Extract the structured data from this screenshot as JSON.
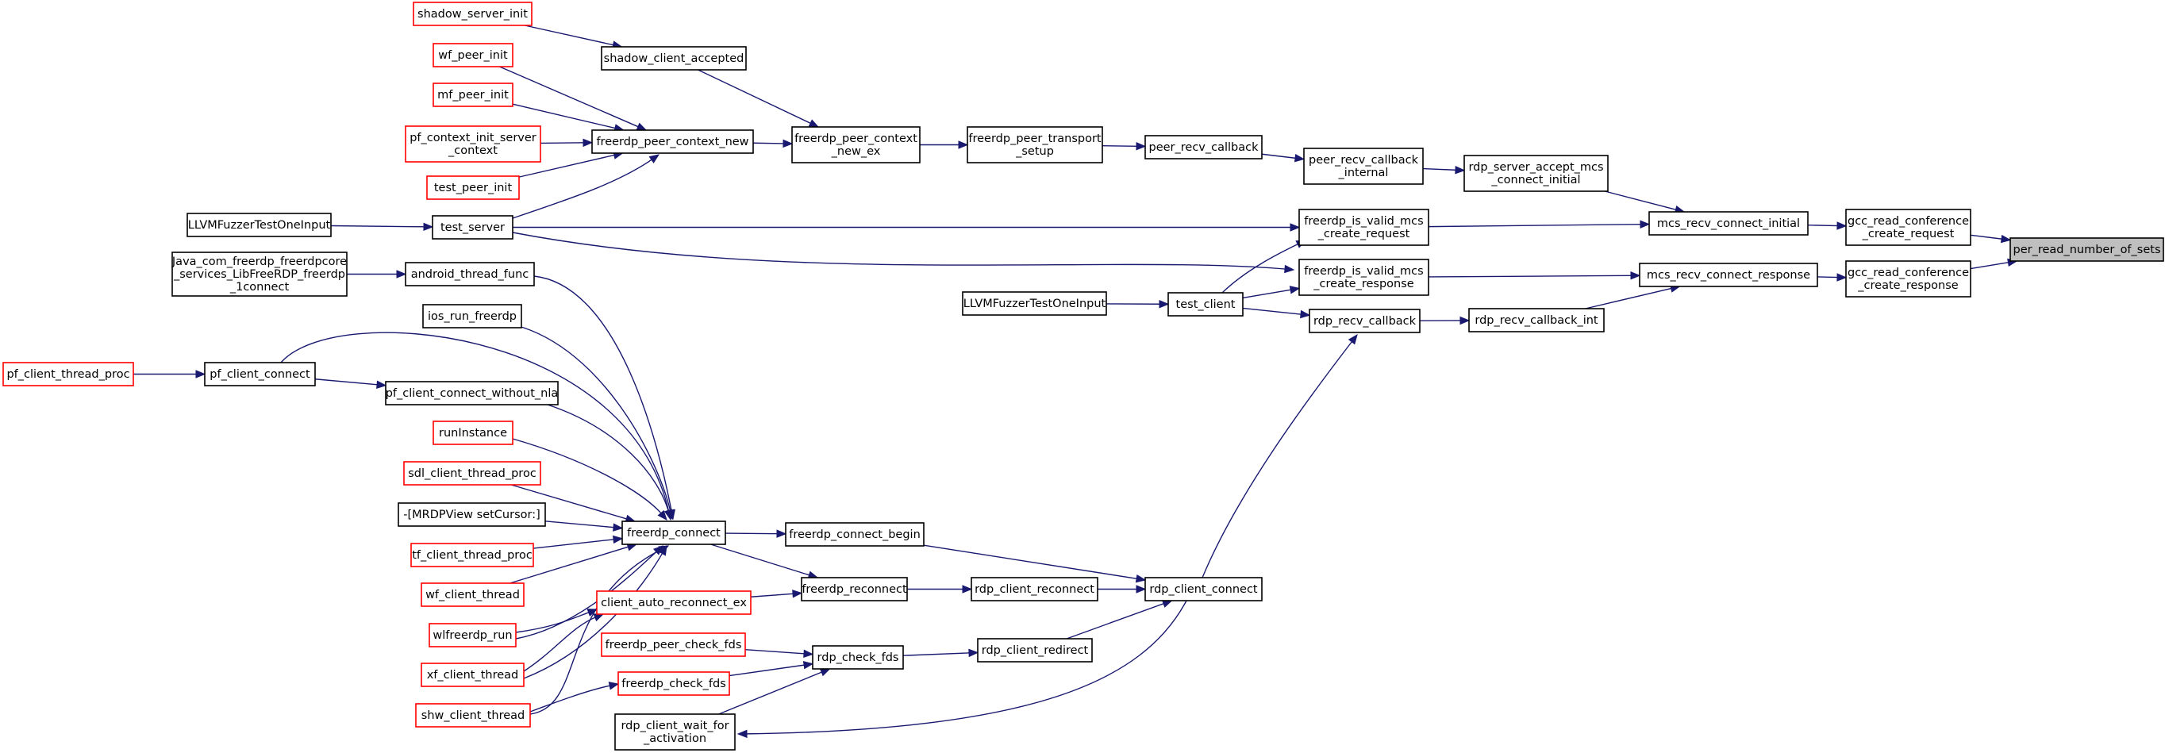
{
  "graph": {
    "title": "",
    "edge_color": "#191970",
    "root_fill": "#bfbfbf",
    "truncated_border": "#ff0000",
    "normal_border": "#000000",
    "nodes": [
      {
        "id": "per_read_number_of_sets",
        "lines": [
          "per_read_number_of_sets"
        ],
        "style": "root"
      },
      {
        "id": "gcc_read_conference_create_request",
        "lines": [
          "gcc_read_conference",
          "_create_request"
        ],
        "style": "black"
      },
      {
        "id": "gcc_read_conference_create_response",
        "lines": [
          "gcc_read_conference",
          "_create_response"
        ],
        "style": "black"
      },
      {
        "id": "mcs_recv_connect_initial",
        "lines": [
          "mcs_recv_connect_initial"
        ],
        "style": "black"
      },
      {
        "id": "mcs_recv_connect_response",
        "lines": [
          "mcs_recv_connect_response"
        ],
        "style": "black"
      },
      {
        "id": "rdp_server_accept_mcs_connect_initial",
        "lines": [
          "rdp_server_accept_mcs",
          "_connect_initial"
        ],
        "style": "black"
      },
      {
        "id": "freerdp_is_valid_mcs_create_request",
        "lines": [
          "freerdp_is_valid_mcs",
          "_create_request"
        ],
        "style": "black"
      },
      {
        "id": "freerdp_is_valid_mcs_create_response",
        "lines": [
          "freerdp_is_valid_mcs",
          "_create_response"
        ],
        "style": "black"
      },
      {
        "id": "rdp_recv_callback_int",
        "lines": [
          "rdp_recv_callback_int"
        ],
        "style": "black"
      },
      {
        "id": "peer_recv_callback_internal",
        "lines": [
          "peer_recv_callback",
          "_internal"
        ],
        "style": "black"
      },
      {
        "id": "peer_recv_callback",
        "lines": [
          "peer_recv_callback"
        ],
        "style": "black"
      },
      {
        "id": "freerdp_peer_transport_setup",
        "lines": [
          "freerdp_peer_transport",
          "_setup"
        ],
        "style": "black"
      },
      {
        "id": "freerdp_peer_context_new_ex",
        "lines": [
          "freerdp_peer_context",
          "_new_ex"
        ],
        "style": "black"
      },
      {
        "id": "freerdp_peer_context_new",
        "lines": [
          "freerdp_peer_context_new"
        ],
        "style": "black"
      },
      {
        "id": "shadow_client_accepted",
        "lines": [
          "shadow_client_accepted"
        ],
        "style": "black"
      },
      {
        "id": "shadow_server_init",
        "lines": [
          "shadow_server_init"
        ],
        "style": "red"
      },
      {
        "id": "wf_peer_init",
        "lines": [
          "wf_peer_init"
        ],
        "style": "red"
      },
      {
        "id": "mf_peer_init",
        "lines": [
          "mf_peer_init"
        ],
        "style": "red"
      },
      {
        "id": "pf_context_init_server_context",
        "lines": [
          "pf_context_init_server",
          "_context"
        ],
        "style": "red"
      },
      {
        "id": "test_peer_init",
        "lines": [
          "test_peer_init"
        ],
        "style": "red"
      },
      {
        "id": "test_server",
        "lines": [
          "test_server"
        ],
        "style": "black"
      },
      {
        "id": "LLVMFuzzerTestOneInput_1",
        "lines": [
          "LLVMFuzzerTestOneInput"
        ],
        "style": "black"
      },
      {
        "id": "LLVMFuzzerTestOneInput_2",
        "lines": [
          "LLVMFuzzerTestOneInput"
        ],
        "style": "black"
      },
      {
        "id": "test_client",
        "lines": [
          "test_client"
        ],
        "style": "black"
      },
      {
        "id": "rdp_recv_callback",
        "lines": [
          "rdp_recv_callback"
        ],
        "style": "black"
      },
      {
        "id": "rdp_client_connect",
        "lines": [
          "rdp_client_connect"
        ],
        "style": "black"
      },
      {
        "id": "freerdp_connect_begin",
        "lines": [
          "freerdp_connect_begin"
        ],
        "style": "black"
      },
      {
        "id": "rdp_client_reconnect",
        "lines": [
          "rdp_client_reconnect"
        ],
        "style": "black"
      },
      {
        "id": "freerdp_reconnect",
        "lines": [
          "freerdp_reconnect"
        ],
        "style": "black"
      },
      {
        "id": "rdp_client_redirect",
        "lines": [
          "rdp_client_redirect"
        ],
        "style": "black"
      },
      {
        "id": "rdp_check_fds",
        "lines": [
          "rdp_check_fds"
        ],
        "style": "black"
      },
      {
        "id": "freerdp_peer_check_fds",
        "lines": [
          "freerdp_peer_check_fds"
        ],
        "style": "red"
      },
      {
        "id": "freerdp_check_fds",
        "lines": [
          "freerdp_check_fds"
        ],
        "style": "red"
      },
      {
        "id": "rdp_client_wait_for_activation",
        "lines": [
          "rdp_client_wait_for",
          "_activation"
        ],
        "style": "black"
      },
      {
        "id": "freerdp_connect",
        "lines": [
          "freerdp_connect"
        ],
        "style": "black"
      },
      {
        "id": "client_auto_reconnect_ex",
        "lines": [
          "client_auto_reconnect_ex"
        ],
        "style": "red"
      },
      {
        "id": "android_thread_func",
        "lines": [
          "android_thread_func"
        ],
        "style": "black"
      },
      {
        "id": "Java_com_freerdp",
        "lines": [
          "Java_com_freerdp_freerdpcore",
          "_services_LibFreeRDP_freerdp",
          "_1connect"
        ],
        "style": "black"
      },
      {
        "id": "ios_run_freerdp",
        "lines": [
          "ios_run_freerdp"
        ],
        "style": "black"
      },
      {
        "id": "pf_client_connect",
        "lines": [
          "pf_client_connect"
        ],
        "style": "black"
      },
      {
        "id": "pf_client_thread_proc",
        "lines": [
          "pf_client_thread_proc"
        ],
        "style": "red"
      },
      {
        "id": "pf_client_connect_without_nla",
        "lines": [
          "pf_client_connect_without_nla"
        ],
        "style": "black"
      },
      {
        "id": "runInstance",
        "lines": [
          "runInstance"
        ],
        "style": "red"
      },
      {
        "id": "sdl_client_thread_proc",
        "lines": [
          "sdl_client_thread_proc"
        ],
        "style": "red"
      },
      {
        "id": "MRDPView_setCursor",
        "lines": [
          "-[MRDPView setCursor:]"
        ],
        "style": "black"
      },
      {
        "id": "tf_client_thread_proc",
        "lines": [
          "tf_client_thread_proc"
        ],
        "style": "red"
      },
      {
        "id": "wf_client_thread",
        "lines": [
          "wf_client_thread"
        ],
        "style": "red"
      },
      {
        "id": "wlfreerdp_run",
        "lines": [
          "wlfreerdp_run"
        ],
        "style": "red"
      },
      {
        "id": "xf_client_thread",
        "lines": [
          "xf_client_thread"
        ],
        "style": "red"
      },
      {
        "id": "shw_client_thread",
        "lines": [
          "shw_client_thread"
        ],
        "style": "red"
      }
    ],
    "edges": [
      {
        "from": "gcc_read_conference_create_request",
        "to": "per_read_number_of_sets"
      },
      {
        "from": "gcc_read_conference_create_response",
        "to": "per_read_number_of_sets"
      },
      {
        "from": "mcs_recv_connect_initial",
        "to": "gcc_read_conference_create_request"
      },
      {
        "from": "mcs_recv_connect_response",
        "to": "gcc_read_conference_create_response"
      },
      {
        "from": "rdp_server_accept_mcs_connect_initial",
        "to": "mcs_recv_connect_initial"
      },
      {
        "from": "freerdp_is_valid_mcs_create_request",
        "to": "mcs_recv_connect_initial"
      },
      {
        "from": "freerdp_is_valid_mcs_create_response",
        "to": "mcs_recv_connect_response"
      },
      {
        "from": "rdp_recv_callback_int",
        "to": "mcs_recv_connect_response"
      },
      {
        "from": "peer_recv_callback_internal",
        "to": "rdp_server_accept_mcs_connect_initial"
      },
      {
        "from": "peer_recv_callback",
        "to": "peer_recv_callback_internal"
      },
      {
        "from": "freerdp_peer_transport_setup",
        "to": "peer_recv_callback"
      },
      {
        "from": "freerdp_peer_context_new_ex",
        "to": "freerdp_peer_transport_setup"
      },
      {
        "from": "freerdp_peer_context_new",
        "to": "freerdp_peer_context_new_ex"
      },
      {
        "from": "shadow_client_accepted",
        "to": "freerdp_peer_context_new_ex"
      },
      {
        "from": "shadow_server_init",
        "to": "shadow_client_accepted"
      },
      {
        "from": "wf_peer_init",
        "to": "freerdp_peer_context_new"
      },
      {
        "from": "mf_peer_init",
        "to": "freerdp_peer_context_new"
      },
      {
        "from": "pf_context_init_server_context",
        "to": "freerdp_peer_context_new"
      },
      {
        "from": "test_peer_init",
        "to": "freerdp_peer_context_new"
      },
      {
        "from": "test_server",
        "to": "freerdp_peer_context_new"
      },
      {
        "from": "test_server",
        "to": "freerdp_is_valid_mcs_create_request"
      },
      {
        "from": "test_server",
        "to": "freerdp_is_valid_mcs_create_response"
      },
      {
        "from": "LLVMFuzzerTestOneInput_1",
        "to": "test_server"
      },
      {
        "from": "test_client",
        "to": "freerdp_is_valid_mcs_create_request"
      },
      {
        "from": "test_client",
        "to": "freerdp_is_valid_mcs_create_response"
      },
      {
        "from": "test_client",
        "to": "rdp_recv_callback"
      },
      {
        "from": "LLVMFuzzerTestOneInput_2",
        "to": "test_client"
      },
      {
        "from": "rdp_recv_callback",
        "to": "rdp_recv_callback_int"
      },
      {
        "from": "rdp_client_connect",
        "to": "rdp_recv_callback"
      },
      {
        "from": "freerdp_connect_begin",
        "to": "rdp_client_connect"
      },
      {
        "from": "rdp_client_reconnect",
        "to": "rdp_client_connect"
      },
      {
        "from": "rdp_client_redirect",
        "to": "rdp_client_connect"
      },
      {
        "from": "rdp_client_connect",
        "to": "rdp_client_wait_for_activation"
      },
      {
        "from": "freerdp_reconnect",
        "to": "rdp_client_reconnect"
      },
      {
        "from": "rdp_check_fds",
        "to": "rdp_client_redirect"
      },
      {
        "from": "freerdp_peer_check_fds",
        "to": "rdp_check_fds"
      },
      {
        "from": "freerdp_check_fds",
        "to": "rdp_check_fds"
      },
      {
        "from": "rdp_client_wait_for_activation",
        "to": "rdp_check_fds"
      },
      {
        "from": "freerdp_connect",
        "to": "freerdp_connect_begin"
      },
      {
        "from": "freerdp_connect",
        "to": "freerdp_reconnect"
      },
      {
        "from": "client_auto_reconnect_ex",
        "to": "freerdp_reconnect"
      },
      {
        "from": "android_thread_func",
        "to": "freerdp_connect"
      },
      {
        "from": "Java_com_freerdp",
        "to": "android_thread_func"
      },
      {
        "from": "ios_run_freerdp",
        "to": "freerdp_connect"
      },
      {
        "from": "pf_client_connect",
        "to": "freerdp_connect"
      },
      {
        "from": "pf_client_connect",
        "to": "pf_client_connect_without_nla"
      },
      {
        "from": "pf_client_thread_proc",
        "to": "pf_client_connect"
      },
      {
        "from": "pf_client_connect_without_nla",
        "to": "freerdp_connect"
      },
      {
        "from": "runInstance",
        "to": "freerdp_connect"
      },
      {
        "from": "sdl_client_thread_proc",
        "to": "freerdp_connect"
      },
      {
        "from": "MRDPView_setCursor",
        "to": "freerdp_connect"
      },
      {
        "from": "tf_client_thread_proc",
        "to": "freerdp_connect"
      },
      {
        "from": "wf_client_thread",
        "to": "freerdp_connect"
      },
      {
        "from": "wlfreerdp_run",
        "to": "freerdp_connect"
      },
      {
        "from": "wlfreerdp_run",
        "to": "client_auto_reconnect_ex"
      },
      {
        "from": "xf_client_thread",
        "to": "freerdp_connect"
      },
      {
        "from": "xf_client_thread",
        "to": "client_auto_reconnect_ex"
      },
      {
        "from": "shw_client_thread",
        "to": "freerdp_connect"
      },
      {
        "from": "shw_client_thread",
        "to": "freerdp_check_fds"
      }
    ]
  }
}
